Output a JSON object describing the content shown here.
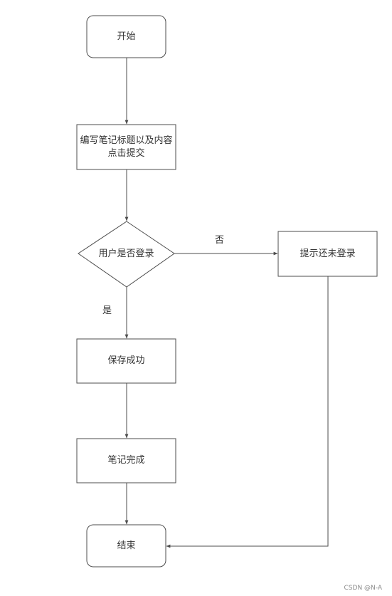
{
  "diagram": {
    "nodes": {
      "start": {
        "label": "开始"
      },
      "write": {
        "label": "编写笔记标题以及内容\n点击提交"
      },
      "decision": {
        "label": "用户是否登录"
      },
      "save": {
        "label": "保存成功"
      },
      "done": {
        "label": "笔记完成"
      },
      "end": {
        "label": "结束"
      },
      "not_logged": {
        "label": "提示还未登录"
      }
    },
    "edge_labels": {
      "no": "否",
      "yes": "是"
    }
  },
  "watermark": "CSDN @N-A",
  "colors": {
    "stroke": "#4d4d4d",
    "fill": "#ffffff",
    "text": "#333333"
  }
}
